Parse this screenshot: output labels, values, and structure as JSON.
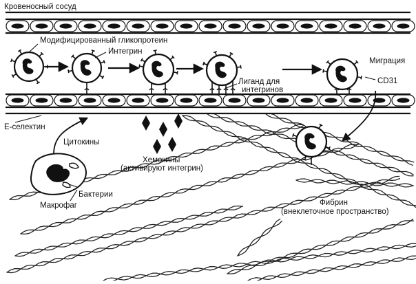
{
  "labels": {
    "vessel": "Кровеносный сосуд",
    "glycoprotein": "Модифицированный гликопротеин",
    "integrin": "Интегрин",
    "ligand_line1": "Лиганд для",
    "ligand_line2": "интегринов",
    "migration": "Миграция",
    "cd31": "CD31",
    "e_selectin": "Е-селектин",
    "cytokines": "Цитокины",
    "chemokines_line1": "Хемокины",
    "chemokines_line2": "(активируют интегрин)",
    "bacteria": "Бактерии",
    "macrophage": "Макрофаг",
    "fibrin_line1": "Фибрин",
    "fibrin_line2": "(внеклеточное пространство)"
  },
  "colors": {
    "ink": "#111111",
    "background": "#ffffff"
  }
}
